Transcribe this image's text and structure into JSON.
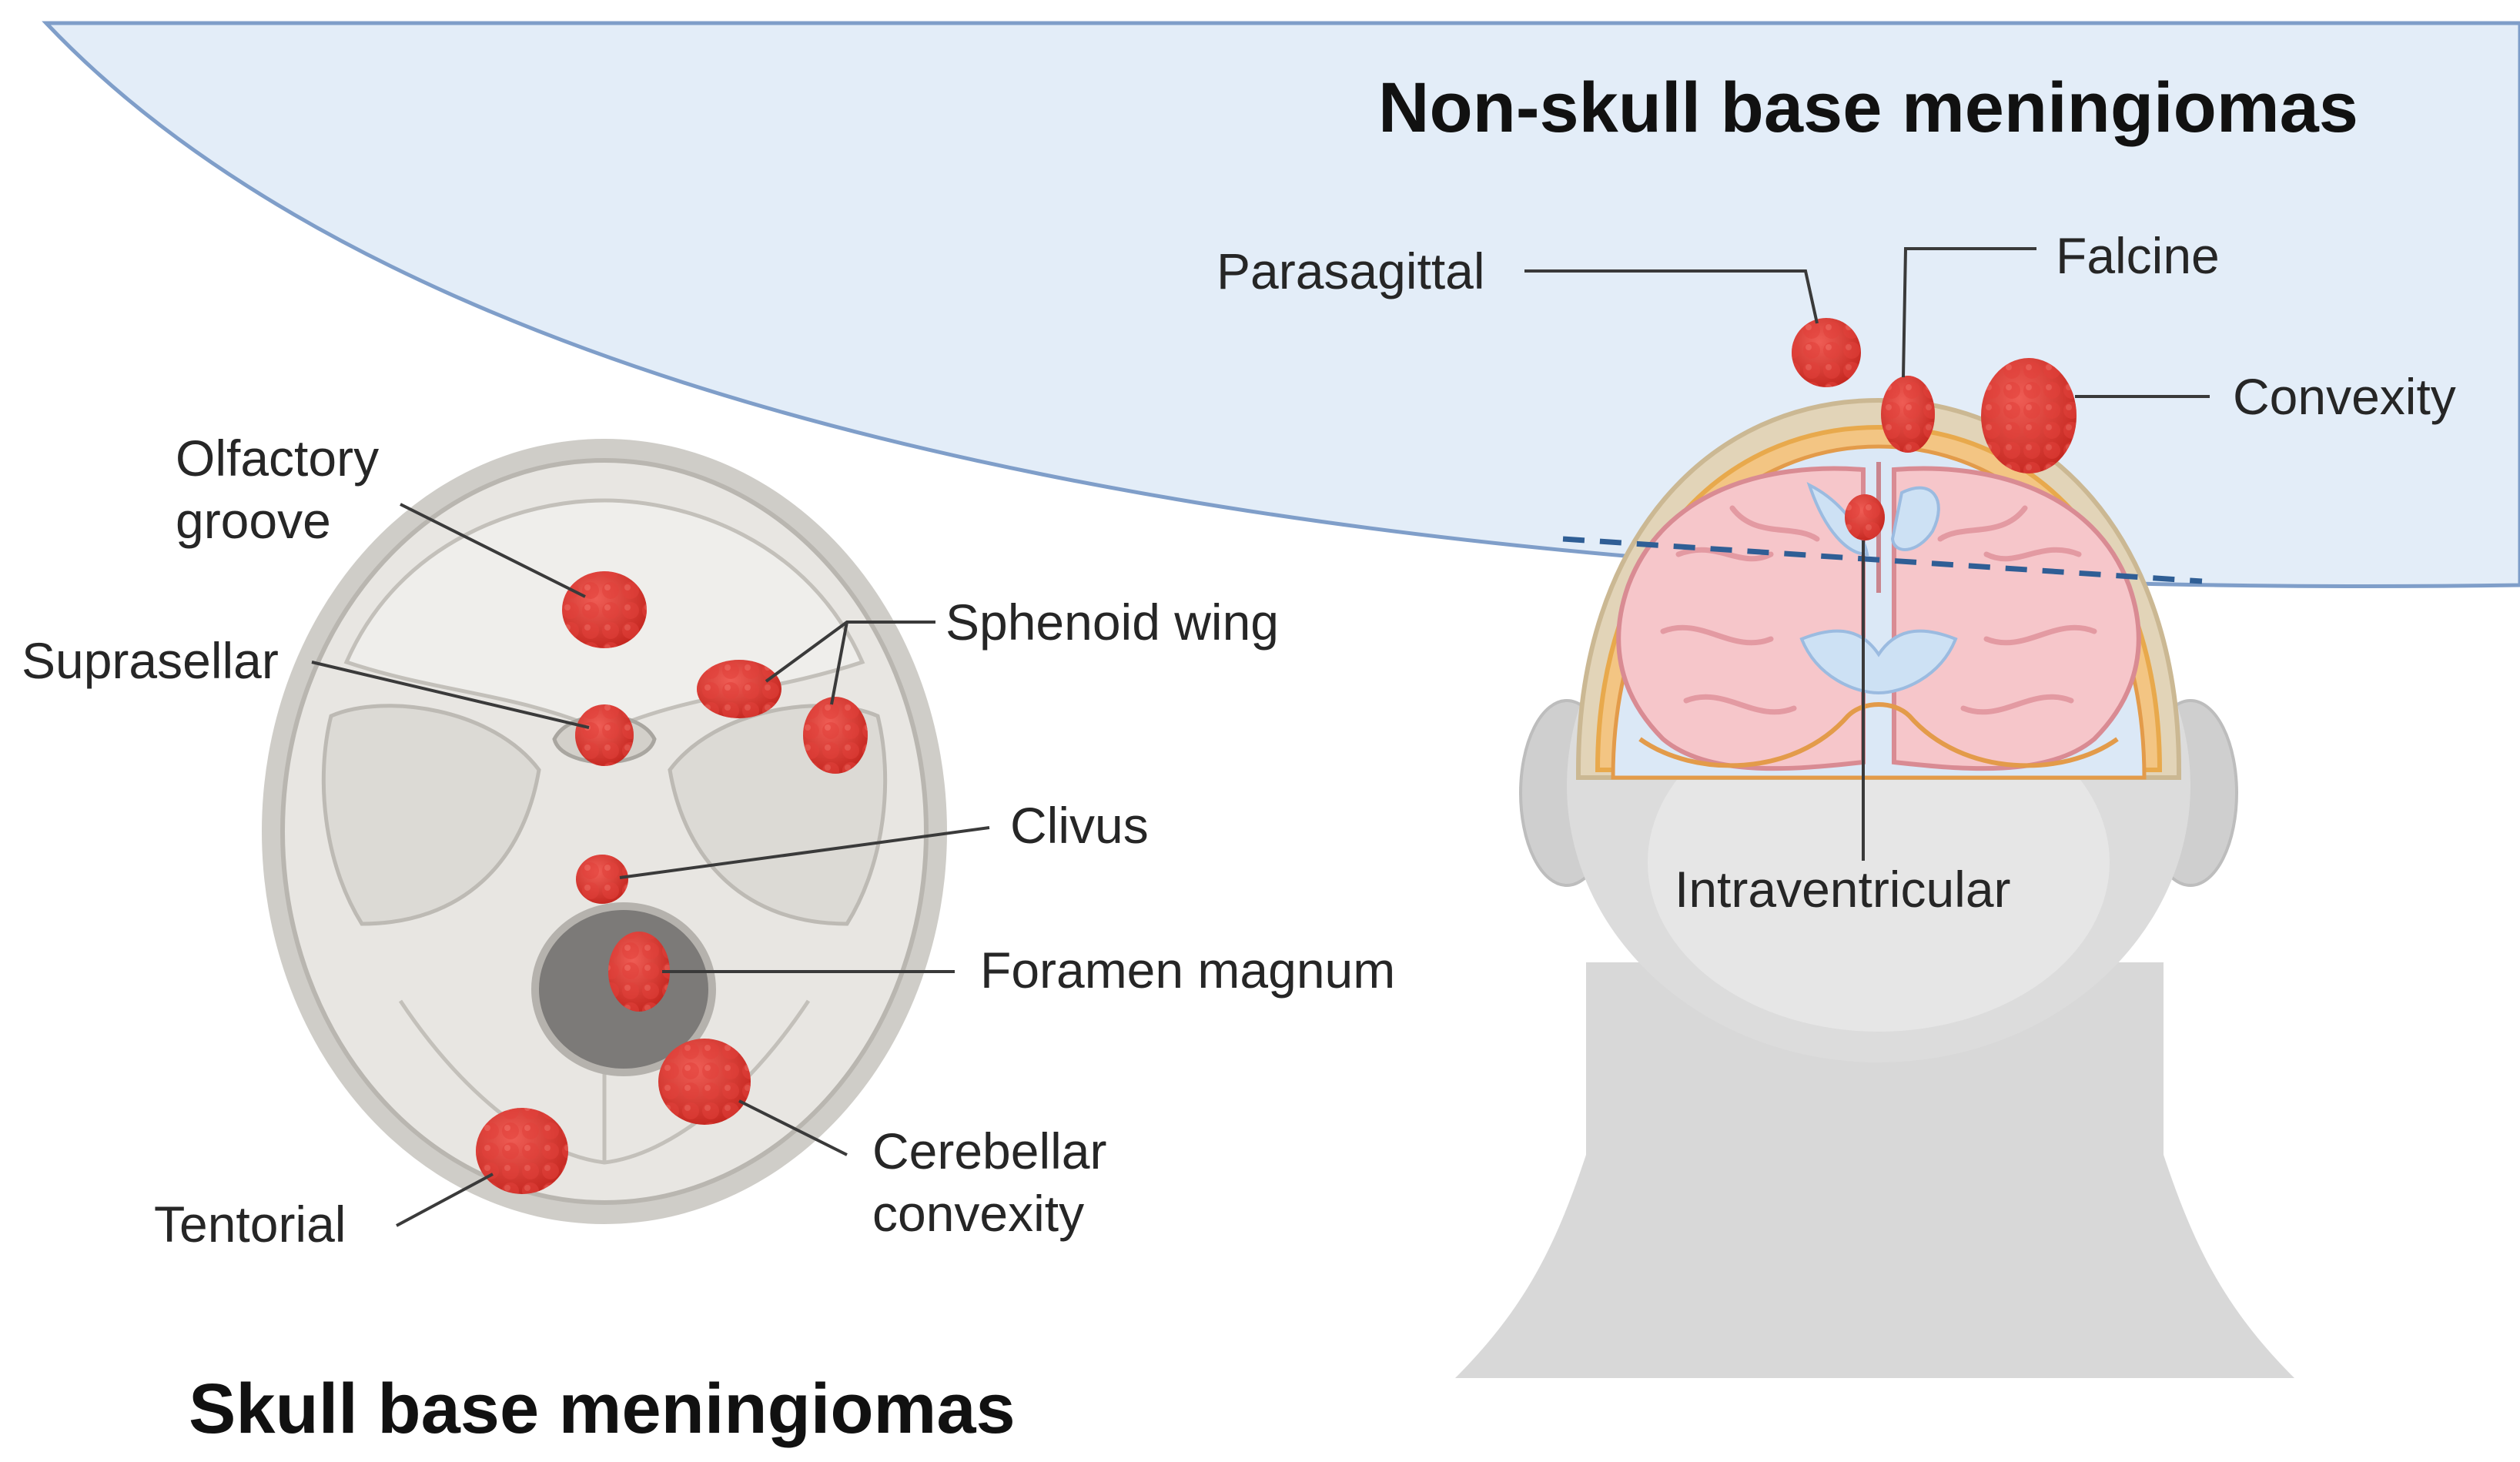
{
  "titles": {
    "non_skull_base": "Non-skull base meningiomas",
    "skull_base": "Skull base meningiomas"
  },
  "skull_base_labels": {
    "olfactory_line1": "Olfactory",
    "olfactory_line2": "groove",
    "suprasellar": "Suprasellar",
    "sphenoid_wing": "Sphenoid wing",
    "clivus": "Clivus",
    "foramen_magnum": "Foramen magnum",
    "cerebellar_line1": "Cerebellar",
    "cerebellar_line2": "convexity",
    "tentorial": "Tentorial"
  },
  "non_skull_base_labels": {
    "parasagittal": "Parasagittal",
    "falcine": "Falcine",
    "convexity": "Convexity",
    "intraventricular": "Intraventricular"
  },
  "colors": {
    "tumor": "#d9342b",
    "tumor_dark": "#a81d18",
    "region_fill": "#e3edf8",
    "region_border": "#7f9ec9",
    "brain": "#f6c6ca",
    "skull": "#e5e3df",
    "head": "#d6d6d6"
  }
}
